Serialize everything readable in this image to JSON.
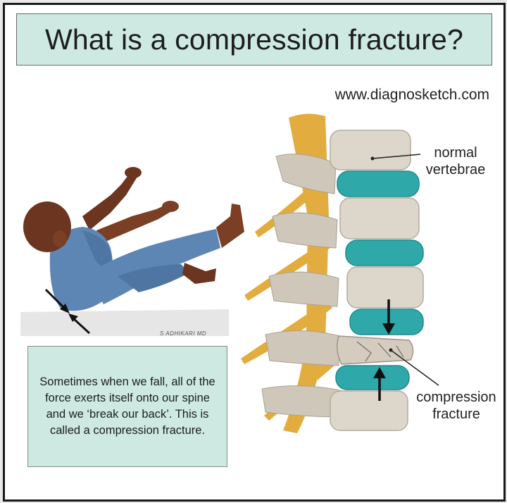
{
  "title": "What is a compression fracture?",
  "website": "www.diagnosketch.com",
  "labels": {
    "normal": "normal vertebrae",
    "fracture": "compression fracture"
  },
  "caption": "Sometimes when we fall, all of the force exerts itself onto our spine and we ‘break our back’. This is called a compression fracture.",
  "signature": "S ADHIKARI MD",
  "colors": {
    "title_bg": "#cde9e1",
    "bone": "#d8d0c4",
    "disc": "#2fa8aa",
    "nerve": "#e2ac3e",
    "skin": "#7a3f24",
    "clothing": "#5d86b4"
  }
}
